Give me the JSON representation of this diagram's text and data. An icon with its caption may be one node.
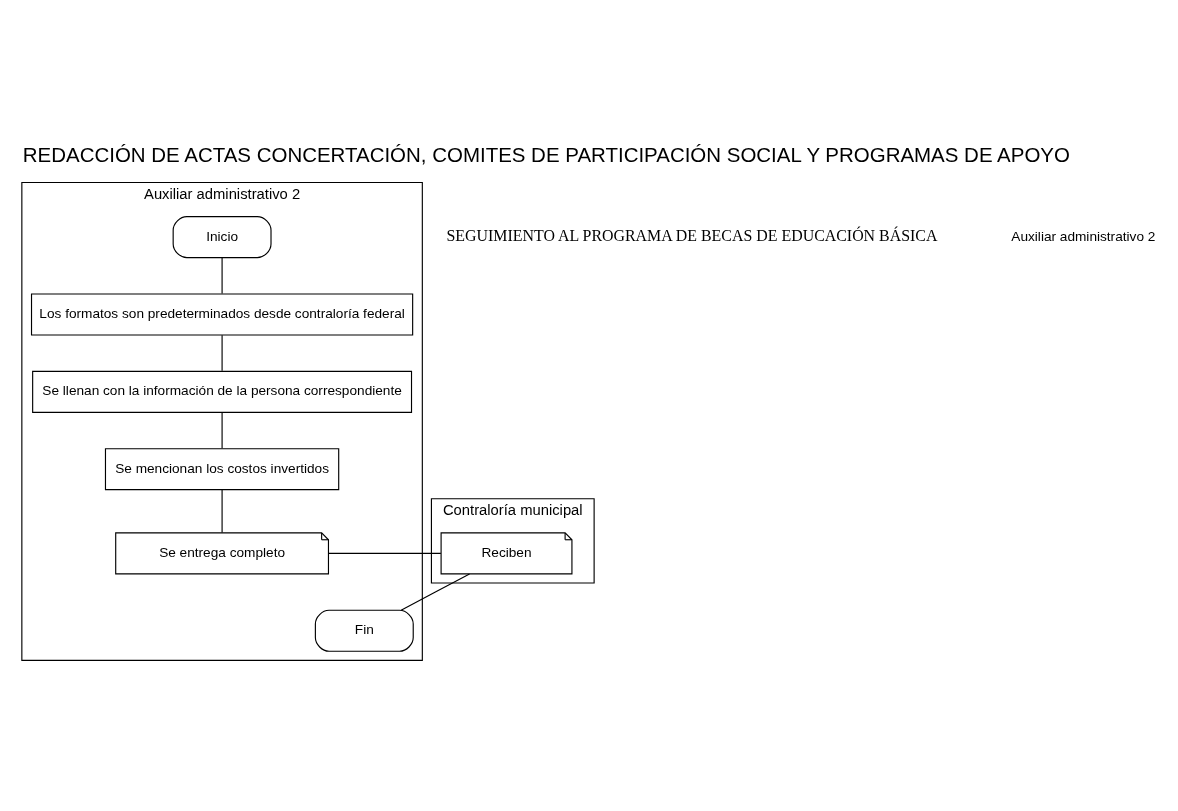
{
  "diagram": {
    "title": "REDACCIÓN DE ACTAS CONCERTACIÓN, COMITES DE PARTICIPACIÓN SOCIAL Y PROGRAMAS DE APOYO",
    "nodes": [
      {
        "text": [
          "Auxiliar administrativo 2"
        ]
      },
      {
        "text": [
          "Inicio"
        ],
        "in": 0
      },
      {
        "text": [
          "Los formatos son predeterminados desde contraloría federal"
        ],
        "in": 0
      },
      {
        "text": [
          "Se llenan con la información de la persona correspondiente"
        ],
        "in": 0
      },
      {
        "text": [
          "Se mencionan los costos invertidos"
        ],
        "in": 0
      },
      {
        "text": [
          "Se entrega completo"
        ],
        "in": 0
      },
      {
        "text": [
          "Fin"
        ],
        "in": 0
      },
      {
        "text": [
          "Contraloría municipal"
        ]
      },
      {
        "text": [
          "Reciben"
        ],
        "in": 7
      }
    ],
    "edges": [
      {
        "from": 1,
        "to": 2,
        "arrow": "none"
      },
      {
        "from": 2,
        "to": 3,
        "arrow": "none"
      },
      {
        "from": 3,
        "to": 4,
        "arrow": "none"
      },
      {
        "from": 4,
        "to": 5,
        "arrow": "none"
      },
      {
        "from": 5,
        "to": 8,
        "arrow": "none"
      },
      {
        "from": 8,
        "to": 6,
        "arrow": "none"
      }
    ],
    "labels": [
      "SEGUIMIENTO AL PROGRAMA DE BECAS DE EDUCACIÓN BÁSICA",
      "Auxiliar administrativo 2"
    ]
  }
}
